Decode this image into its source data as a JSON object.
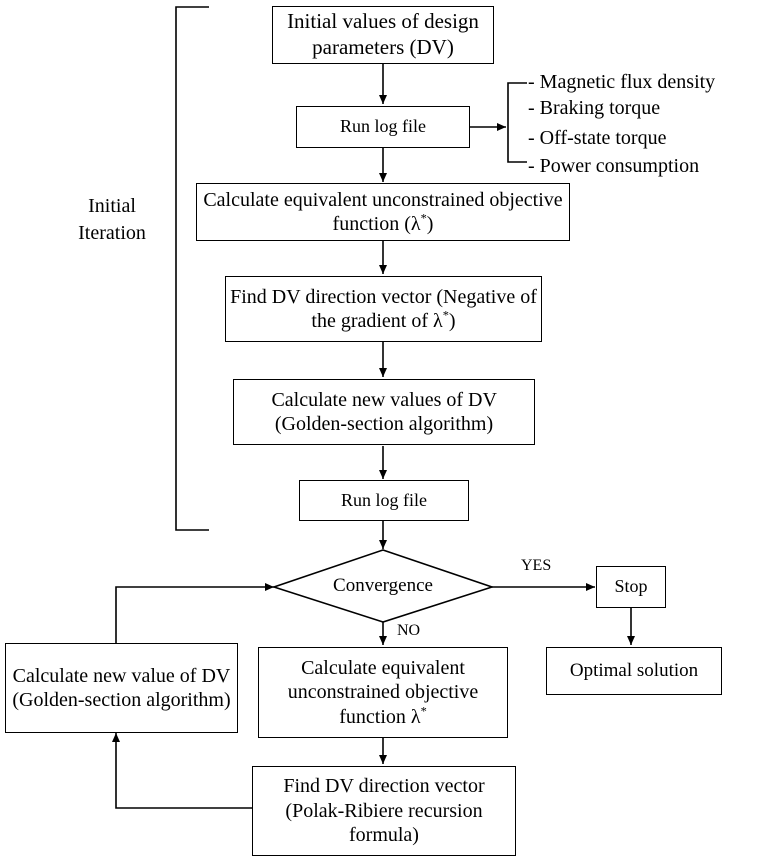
{
  "nodes": {
    "initial_values": {
      "line1": "Initial values of design",
      "line2": "parameters (DV)"
    },
    "run_log_1": "Run log file",
    "calc_equiv_1": {
      "line1": "Calculate equivalent unconstrained",
      "line2": "objective function (λ",
      "sup": "*",
      "tail": ")"
    },
    "find_dv_1": {
      "line1": "Find DV direction vector",
      "line2": "(Negative of the gradient of λ",
      "sup": "*",
      "tail": ")"
    },
    "calc_new_1": {
      "line1": "Calculate new values of DV",
      "line2": "(Golden-section algorithm)"
    },
    "run_log_2": "Run log file",
    "convergence": "Convergence",
    "stop": "Stop",
    "optimal": "Optimal solution",
    "calc_equiv_2": {
      "line1": "Calculate equivalent",
      "line2": "unconstrained objective",
      "line3": "function λ",
      "sup": "*"
    },
    "find_dv_2": {
      "line1": "Find DV direction vector",
      "line2": "(Polak-Ribiere recursion",
      "line3": "formula)"
    },
    "calc_new_2": {
      "line1": "Calculate new value of",
      "line2": "DV (Golden-section",
      "line3": "algorithm)"
    }
  },
  "outputs": [
    "- Magnetic flux density",
    "- Braking torque",
    "- Off-state torque",
    "- Power consumption"
  ],
  "bracket_label": {
    "line1": "Initial",
    "line2": "Iteration"
  },
  "edge_labels": {
    "yes": "YES",
    "no": "NO"
  }
}
